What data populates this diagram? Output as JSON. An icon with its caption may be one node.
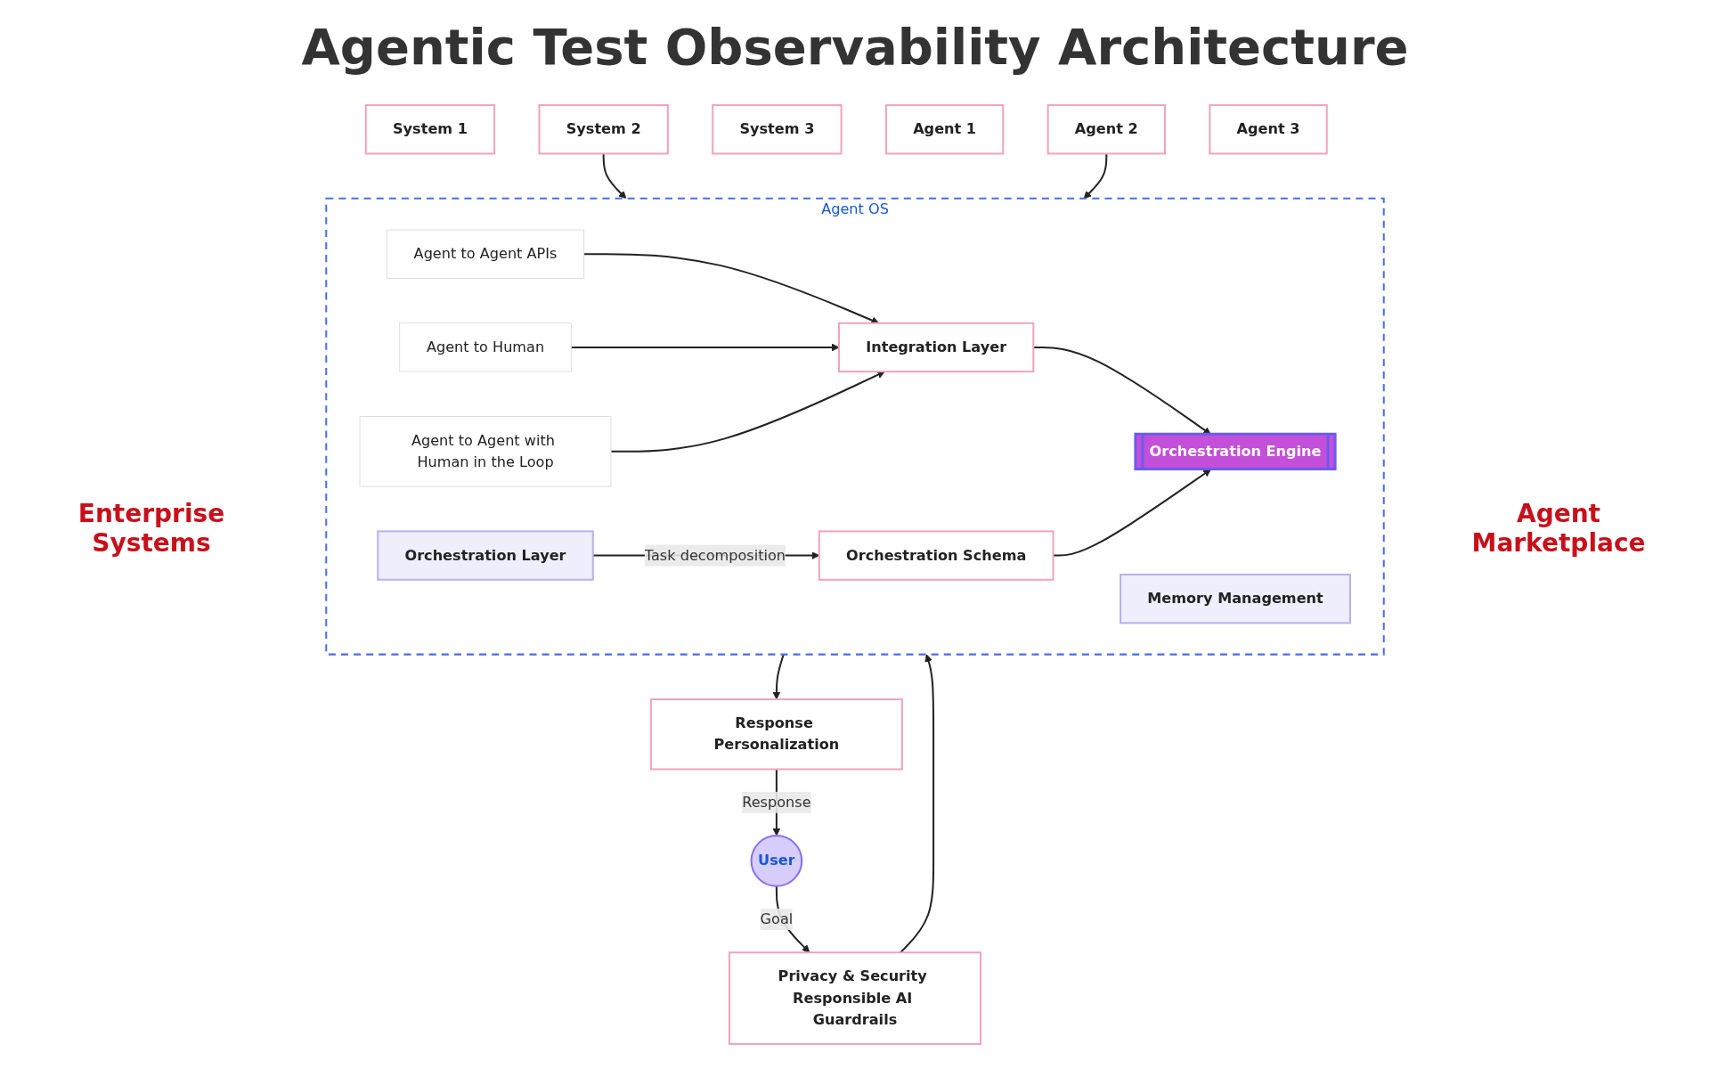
{
  "diagram": {
    "title": "Agentic Test Observability Architecture",
    "nodes": [
      {
        "text": [
          "User"
        ]
      },
      {
        "text": [
          "Response Personalization"
        ]
      },
      {
        "text": [
          "Privacy & Security Responsible AI Guardrails"
        ]
      },
      {
        "text": [
          "Agent OS"
        ]
      },
      {
        "text": [
          "Orchestration Layer"
        ],
        "in": 3
      },
      {
        "text": [
          "Agent to Agent APIs"
        ],
        "in": 3
      },
      {
        "text": [
          "Agent to Human"
        ],
        "in": 3
      },
      {
        "text": [
          "Agent to Agent with Human in the Loop"
        ],
        "in": 3
      },
      {
        "text": [
          "Integration Layer"
        ],
        "in": 3
      },
      {
        "text": [
          "Orchestration Engine"
        ],
        "in": 3
      },
      {
        "text": [
          "Orchestration Schema"
        ],
        "in": 3
      },
      {
        "text": [
          "Memory Management"
        ],
        "in": 3
      },
      {
        "text": [
          "System 1"
        ]
      },
      {
        "text": [
          "System 2"
        ]
      },
      {
        "text": [
          "System 3"
        ]
      },
      {
        "text": [
          "Agent 1"
        ]
      },
      {
        "text": [
          "Agent 2"
        ]
      },
      {
        "text": [
          "Agent 3"
        ]
      }
    ],
    "edges": [
      {
        "from": 1,
        "to": 0,
        "arrow": "to",
        "label": "Response"
      },
      {
        "from": 0,
        "to": 2,
        "arrow": "to",
        "label": "Goal"
      },
      {
        "from": 3,
        "to": 1,
        "arrow": "to"
      },
      {
        "from": 2,
        "to": 3,
        "arrow": "to"
      },
      {
        "from": 4,
        "to": 10,
        "arrow": "to",
        "label": "Task decomposition"
      },
      {
        "from": 5,
        "to": 8,
        "arrow": "to"
      },
      {
        "from": 6,
        "to": 8,
        "arrow": "to"
      },
      {
        "from": 7,
        "to": 8,
        "arrow": "to"
      },
      {
        "from": 8,
        "to": 9,
        "arrow": "to"
      },
      {
        "from": 10,
        "to": 9,
        "arrow": "to"
      },
      {
        "from": 13,
        "to": 3,
        "arrow": "to"
      },
      {
        "from": 16,
        "to": 3,
        "arrow": "to"
      }
    ],
    "labels": [
      "Enterprise Systems",
      "Agent Marketplace"
    ]
  }
}
